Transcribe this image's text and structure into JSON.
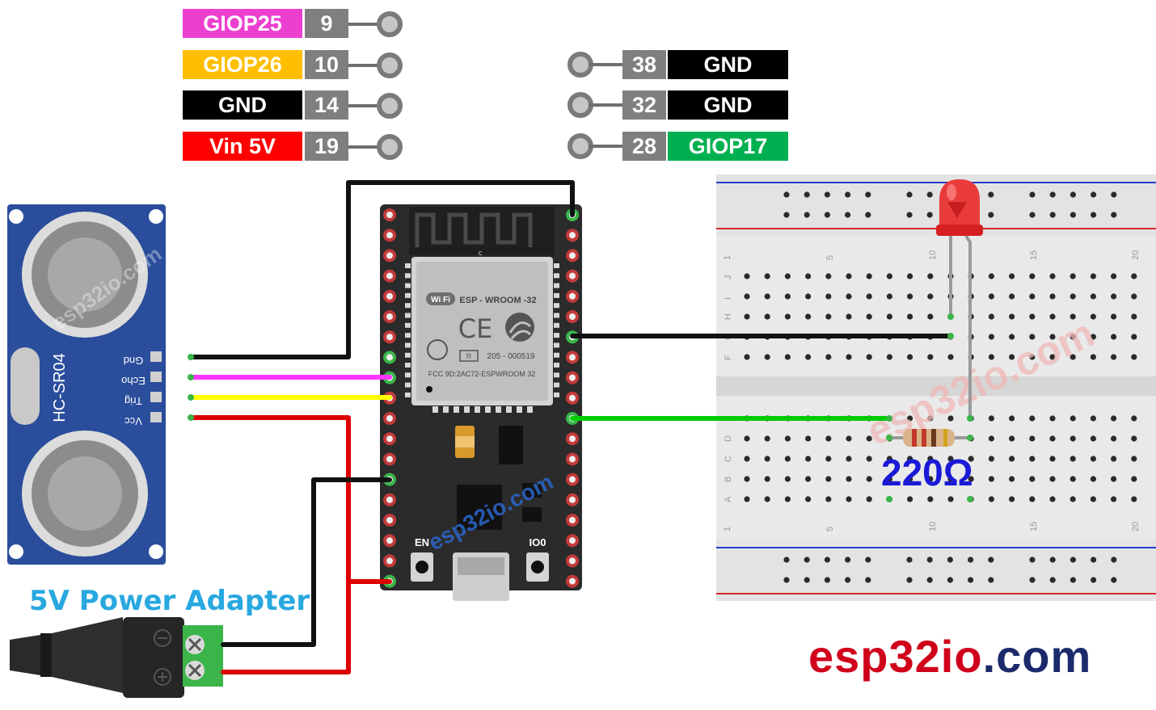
{
  "left_pins": [
    {
      "label": "GIOP25",
      "number": "9",
      "color": "#ec3fd0"
    },
    {
      "label": "GIOP26",
      "number": "10",
      "color": "#ffbf00"
    },
    {
      "label": "GND",
      "number": "14",
      "color": "#000000"
    },
    {
      "label": "Vin 5V",
      "number": "19",
      "color": "#ff0000"
    }
  ],
  "right_pins": [
    {
      "label": "GND",
      "number": "38",
      "color": "#000000"
    },
    {
      "label": "GND",
      "number": "32",
      "color": "#000000"
    },
    {
      "label": "GIOP17",
      "number": "28",
      "color": "#00b050"
    }
  ],
  "sensor": {
    "model": "HC-SR04",
    "pins": [
      "Gnd",
      "Echo",
      "Trig",
      "Vcc"
    ],
    "watermark": "esp32io.com"
  },
  "board": {
    "module": "ESP - WROOM -32",
    "cert_id": "205 - 000519",
    "fcc": "FCC 9D:2AC72-ESPWROOM 32",
    "btn_left": "EN",
    "btn_right": "IO0",
    "wifi": "Wi Fi",
    "watermark": "esp32io.com"
  },
  "breadboard": {
    "row_letters_top": [
      "J",
      "I",
      "H",
      "G",
      "F"
    ],
    "row_letters_bottom": [
      "E",
      "D",
      "C",
      "B",
      "A"
    ],
    "col_numbers": [
      "1",
      "5",
      "10",
      "15",
      "20"
    ],
    "watermark": "esp32io.com"
  },
  "resistor": {
    "value": "220Ω"
  },
  "adapter": {
    "title": "5V Power Adapter"
  },
  "brand": {
    "part1": "esp32io",
    "part2": ".com"
  },
  "colors": {
    "wire_black": "#111111",
    "wire_pink": "#ff33ff",
    "wire_yellow": "#ffff00",
    "wire_red": "#dd0000",
    "wire_green": "#00cc00",
    "board": "#2b2b2b",
    "sensor": "#2a4d9c",
    "led": "#e8262a"
  }
}
